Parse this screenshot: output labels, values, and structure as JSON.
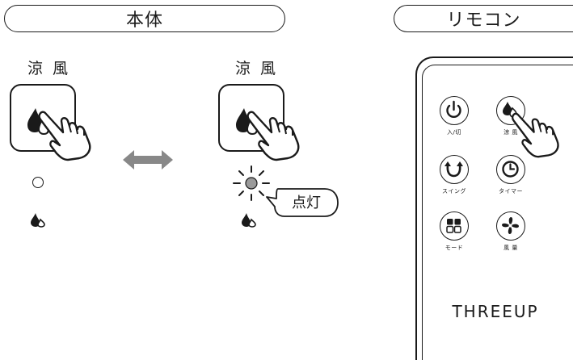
{
  "header": {
    "main_unit_title": "本体",
    "remote_title": "リモコン"
  },
  "main_unit": {
    "left_mode_label": "涼 風",
    "right_mode_label": "涼 風",
    "led_callout": "点灯"
  },
  "remote": {
    "buttons": [
      {
        "label": "入/切",
        "icon": "power-icon"
      },
      {
        "label": "涼 風",
        "icon": "cool-breeze-drop-icon"
      },
      {
        "label": "スイング",
        "icon": "swing-icon"
      },
      {
        "label": "タイマー",
        "icon": "timer-clock-icon"
      },
      {
        "label": "モード",
        "icon": "mode-grid-icon"
      },
      {
        "label": "風 量",
        "icon": "fan-icon"
      }
    ],
    "brand": "THREEUP"
  },
  "colors": {
    "stroke": "#1a1a1a",
    "led_lit": "#9a9a9a",
    "arrow": "#888888"
  }
}
